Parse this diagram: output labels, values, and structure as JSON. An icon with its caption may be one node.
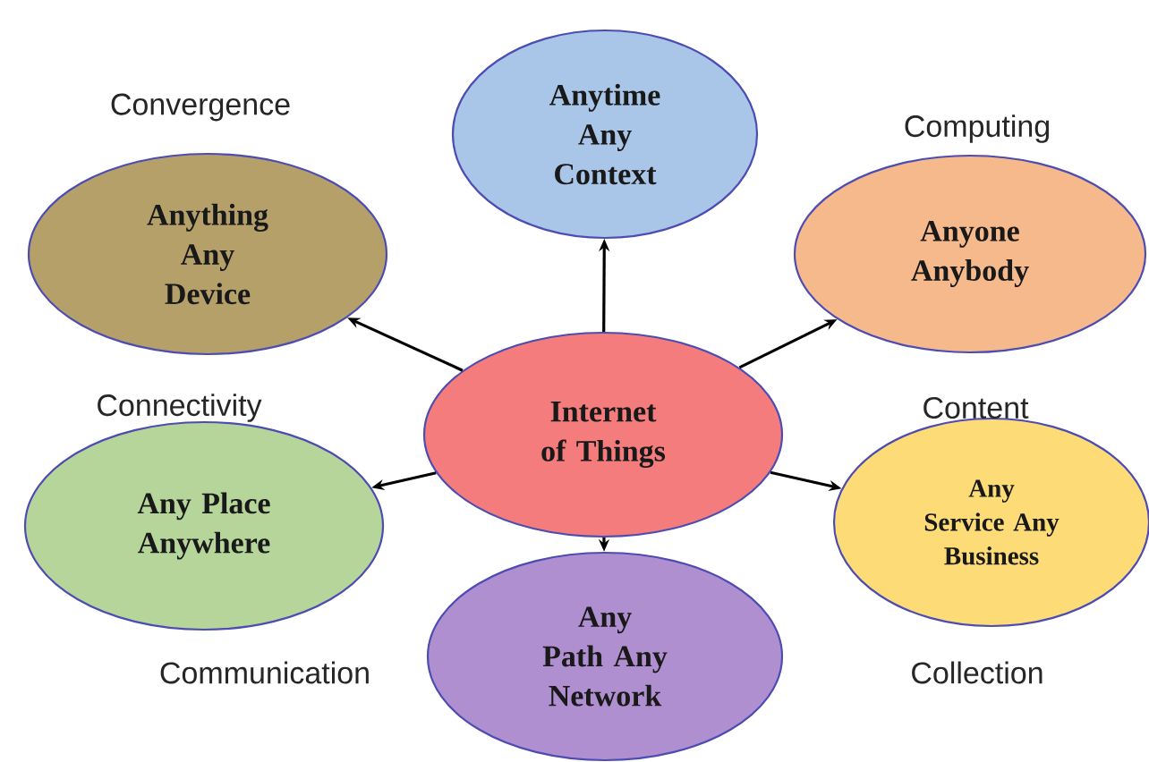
{
  "diagram": {
    "nodes": [
      {
        "text": [
          "Internet of Things"
        ]
      },
      {
        "text": [
          "Anytime Any Context"
        ]
      },
      {
        "text": [
          "Anything Any Device"
        ],
        "beside": [
          "Convergence"
        ]
      },
      {
        "text": [
          "Anyone Anybody"
        ],
        "beside": [
          "Computing"
        ]
      },
      {
        "text": [
          "Any Place Anywhere"
        ],
        "beside": [
          "Connectivity"
        ]
      },
      {
        "text": [
          "Any Service Any Business"
        ],
        "beside": [
          "Content"
        ]
      },
      {
        "text": [
          "Any Path Any Network"
        ]
      }
    ],
    "labels": [
      "Communication",
      "Collection"
    ],
    "edges": [
      {
        "from": 0,
        "to": 1,
        "arrow": "to"
      },
      {
        "from": 0,
        "to": 2,
        "arrow": "to"
      },
      {
        "from": 0,
        "to": 3,
        "arrow": "to"
      },
      {
        "from": 0,
        "to": 4,
        "arrow": "to"
      },
      {
        "from": 0,
        "to": 5,
        "arrow": "to"
      },
      {
        "from": 0,
        "to": 6,
        "arrow": "to"
      }
    ]
  }
}
